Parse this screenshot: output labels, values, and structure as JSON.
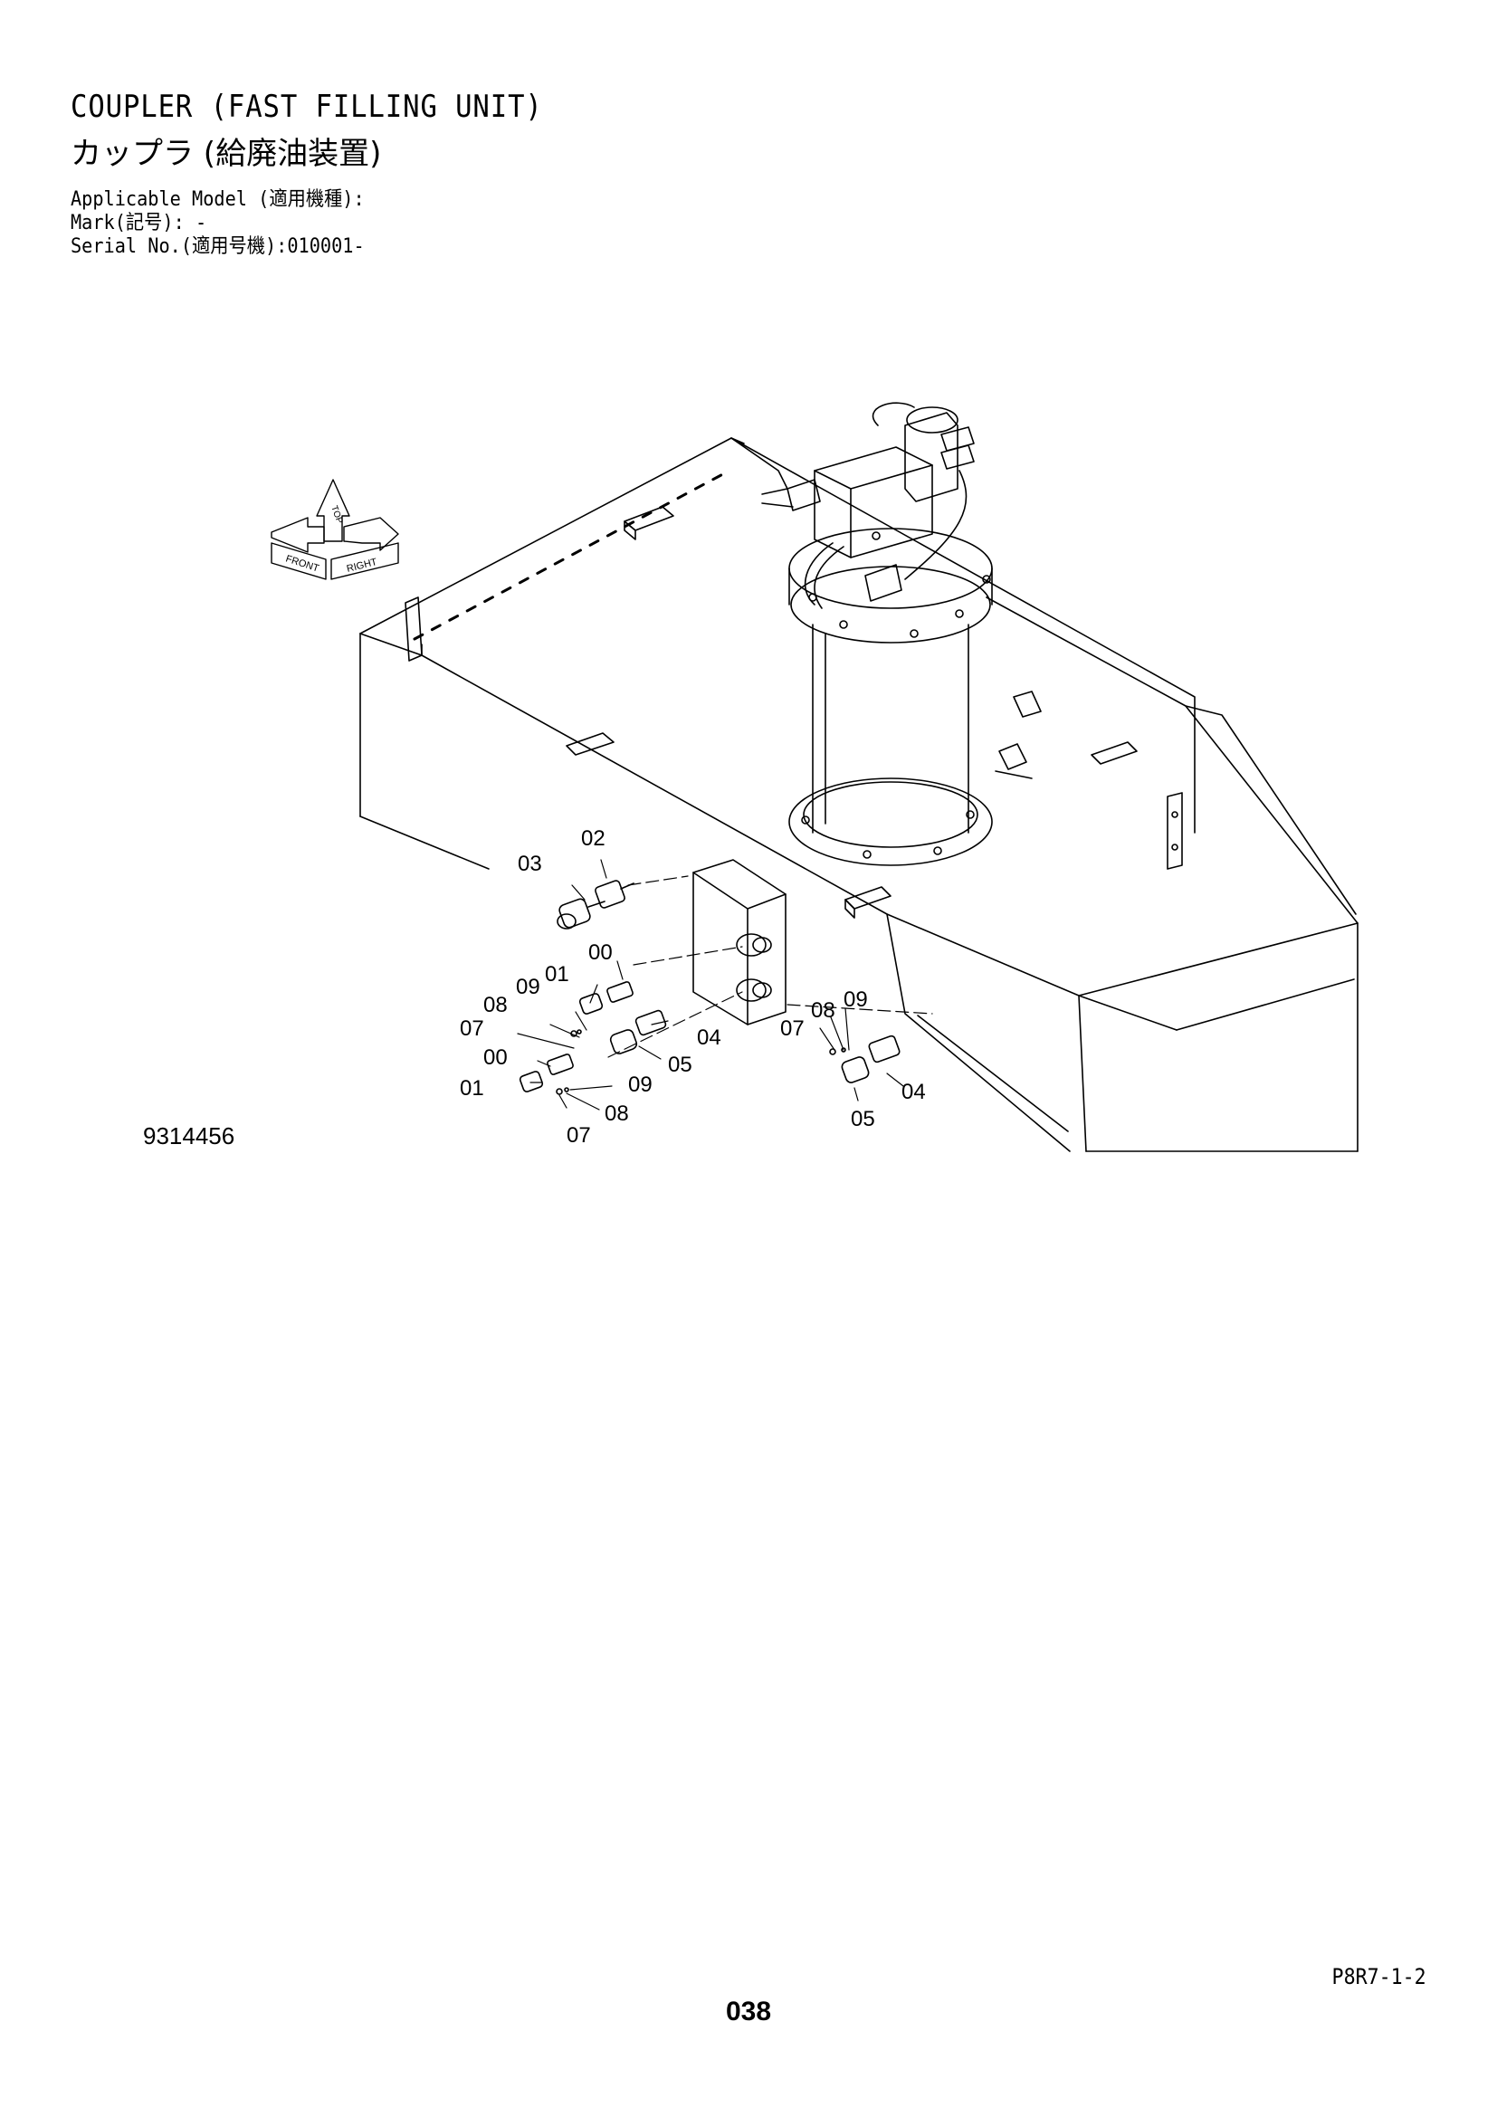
{
  "header": {
    "title_en": "COUPLER (FAST FILLING UNIT)",
    "title_jp": "カップラ (給廃油装置)",
    "applicable_model": "Applicable Model (適用機種):",
    "mark": "Mark(記号): -",
    "serial": "Serial No.(適用号機):010001-"
  },
  "orientation_icon": {
    "front": "FRONT",
    "top": "TOP",
    "right": "RIGHT"
  },
  "callouts": {
    "c03": "03",
    "c02": "02",
    "c00a": "00",
    "c01a": "01",
    "c09a": "09",
    "c08a": "08",
    "c07a": "07",
    "c05a": "05",
    "c04a": "04",
    "c00b": "00",
    "c01b": "01",
    "c09b": "09",
    "c07b": "07",
    "c08b": "08",
    "c07c": "07",
    "c08c": "08",
    "c09c": "09",
    "c04b": "04",
    "c05b": "05"
  },
  "figure_id": "9314456",
  "footer": {
    "code": "P8R7-1-2",
    "page": "038"
  }
}
